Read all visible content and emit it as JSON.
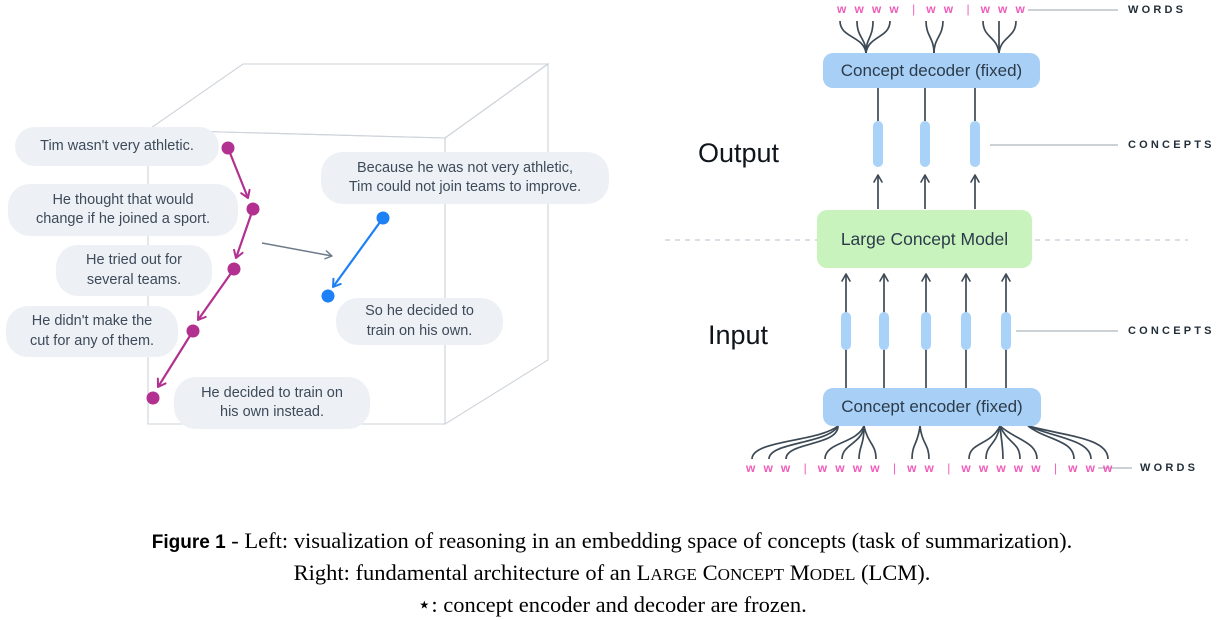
{
  "left_panel": {
    "bubbles": [
      {
        "text": "Tim wasn't very athletic."
      },
      {
        "text": "He thought that would\nchange if he joined a sport."
      },
      {
        "text": "He tried out for\nseveral teams."
      },
      {
        "text": "He didn't make the\ncut for any of them."
      },
      {
        "text": "He decided to train on\nhis own instead."
      },
      {
        "text": "Because he was not very athletic,\nTim could not join teams to improve."
      },
      {
        "text": "So he decided to\ntrain on his own."
      }
    ]
  },
  "right_panel": {
    "output_label": "Output",
    "input_label": "Input",
    "words_label": "WORDS",
    "concepts_label": "CONCEPTS",
    "decoder_label": "Concept decoder (fixed)",
    "encoder_label": "Concept encoder (fixed)",
    "lcm_label": "Large Concept Model",
    "word_separator": "|",
    "top_words_groups": [
      "w w w w",
      "w w",
      "w w w"
    ],
    "bottom_words_groups": [
      "w w w",
      "w w w w",
      "w w",
      "w w w w w",
      "w w w"
    ]
  },
  "caption": {
    "figure_label": "Figure 1",
    "line1_rest": " - Left: visualization of reasoning in an embedding space of concepts (task of summarization).",
    "line2_prefix": "Right: fundamental architecture of an ",
    "line2_smallcaps": "Large Concept Model",
    "line2_suffix": " (LCM).",
    "line3": "⋆: concept encoder and decoder are frozen."
  },
  "colors": {
    "pink": "#f05cba",
    "magenta": "#b23190",
    "blue": "#1d80f5",
    "slate": "#3d4a56",
    "gray_arrow": "#6e7b8a",
    "cube_edge": "#ced3da",
    "bubble_bg": "#edf1f5",
    "bubble_text": "#3e4a59",
    "box_blue": "#a8d0f6",
    "box_green": "#c8f3bd",
    "pill_blue": "#a9d2f8",
    "label_dark": "#232f39",
    "dashed": "#c5cbd4",
    "callout": "#99a3ae",
    "box_text": "#2c3b4b",
    "io_text": "#10151b"
  }
}
